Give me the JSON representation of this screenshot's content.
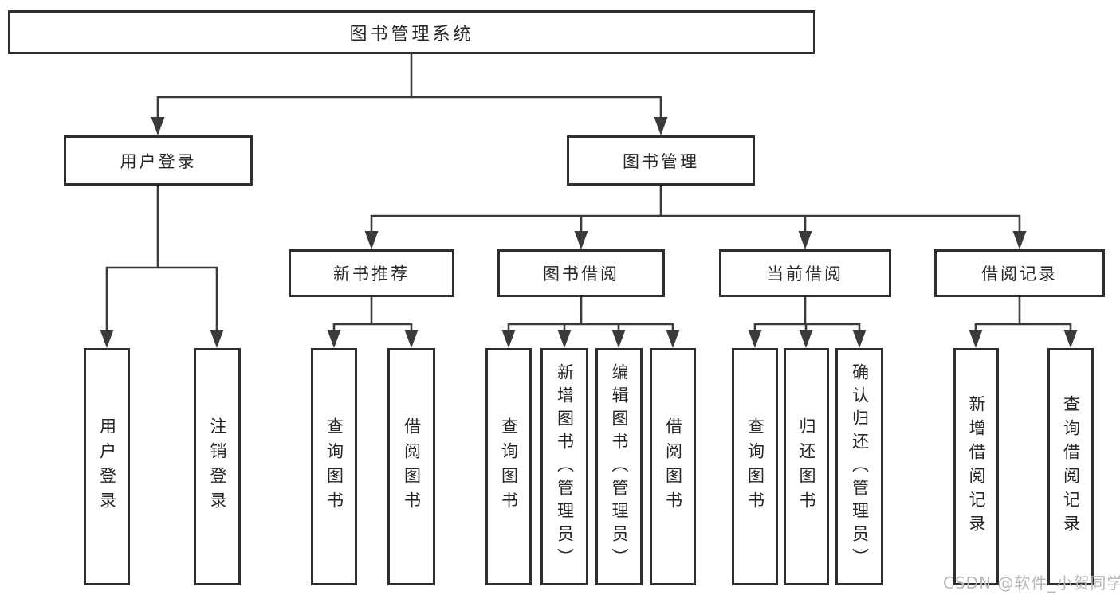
{
  "tree": {
    "root": {
      "label": "图书管理系统",
      "children": [
        {
          "label": "用户登录",
          "children": [
            {
              "label": "用户登录"
            },
            {
              "label": "注销登录"
            }
          ]
        },
        {
          "label": "图书管理",
          "children": [
            {
              "label": "新书推荐",
              "children": [
                {
                  "label": "查询图书"
                },
                {
                  "label": "借阅图书"
                }
              ]
            },
            {
              "label": "图书借阅",
              "children": [
                {
                  "label": "查询图书"
                },
                {
                  "label": "新增图书（管理员）"
                },
                {
                  "label": "编辑图书（管理员）"
                },
                {
                  "label": "借阅图书"
                }
              ]
            },
            {
              "label": "当前借阅",
              "children": [
                {
                  "label": "查询图书"
                },
                {
                  "label": "归还图书"
                },
                {
                  "label": "确认归还（管理员）"
                }
              ]
            },
            {
              "label": "借阅记录",
              "children": [
                {
                  "label": "新增借阅记录"
                },
                {
                  "label": "查询借阅记录"
                }
              ]
            }
          ]
        }
      ]
    }
  },
  "watermark": {
    "text": "CSDN @软件_小贺同学"
  },
  "colors": {
    "line": "#3a3a3a",
    "box_border": "#2e2e2e",
    "background": "#ffffff",
    "text": "#262626",
    "watermark": "#b8b8b8"
  }
}
